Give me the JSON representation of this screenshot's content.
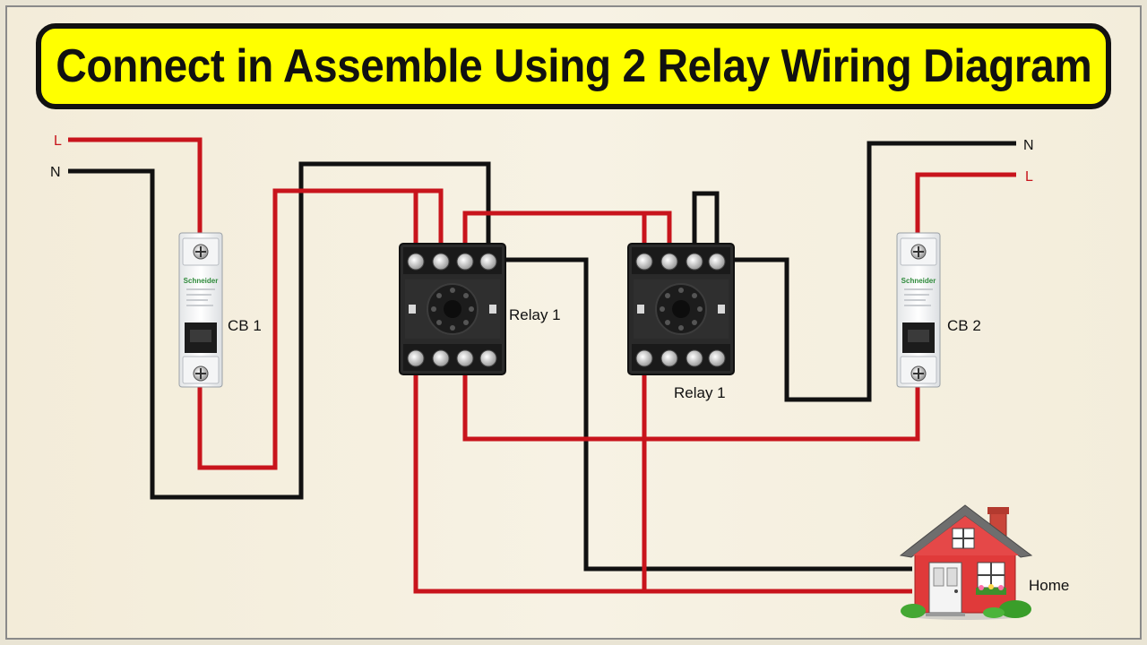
{
  "title": "Connect in Assemble Using 2 Relay Wiring Diagram",
  "labels": {
    "left_L": "L",
    "left_N": "N",
    "right_N": "N",
    "right_L": "L",
    "cb1": "CB 1",
    "cb2": "CB 2",
    "relay_a": "Relay 1",
    "relay_b": "Relay 1",
    "home": "Home",
    "breaker_brand": "Schneider"
  },
  "colors": {
    "live_wire": "#c8141c",
    "neutral_wire": "#111111",
    "title_bg": "#ffff00"
  },
  "icons": [
    "circuit-breaker-icon",
    "relay-socket-icon",
    "house-icon"
  ]
}
